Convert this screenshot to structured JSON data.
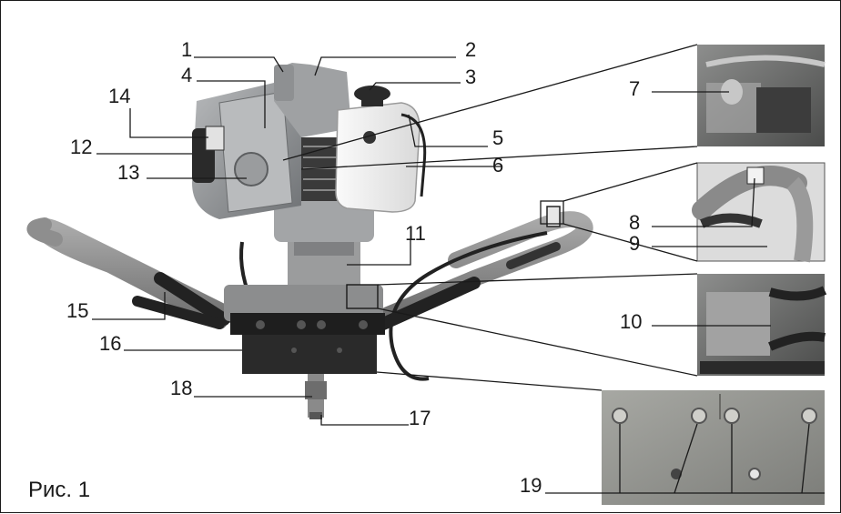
{
  "figure": {
    "caption": "Рис. 1",
    "callouts": [
      "1",
      "2",
      "3",
      "4",
      "5",
      "6",
      "7",
      "8",
      "9",
      "10",
      "11",
      "12",
      "13",
      "14",
      "15",
      "16",
      "17",
      "18",
      "19"
    ]
  }
}
